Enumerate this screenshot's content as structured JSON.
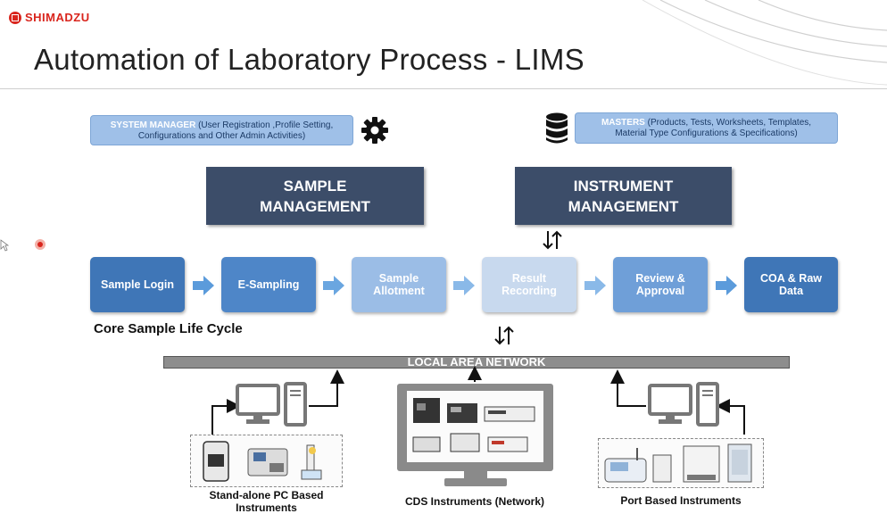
{
  "header": {
    "brand": "SHIMADZU",
    "title": "Automation of Laboratory Process - LIMS"
  },
  "system_manager": {
    "label": "SYSTEM MANAGER",
    "detail_1": " (User Registration ,Profile Setting,",
    "detail_2": "Configurations and Other Admin Activities)"
  },
  "masters": {
    "label": "MASTERS",
    "detail_1": " (Products, Tests, Worksheets, Templates,",
    "detail_2": "Material Type Configurations & Specifications)"
  },
  "modules": {
    "sample_line1": "SAMPLE",
    "sample_line2": "MANAGEMENT",
    "instrument_line1": "INSTRUMENT",
    "instrument_line2": "MANAGEMENT"
  },
  "life_cycle": {
    "caption": "Core Sample Life Cycle",
    "steps": [
      {
        "line1": "Sample Login",
        "line2": "",
        "color": "#3f76b7"
      },
      {
        "line1": "E-Sampling",
        "line2": "",
        "color": "#4e86c8"
      },
      {
        "line1": "Sample",
        "line2": "Allotment",
        "color": "#9bbde6"
      },
      {
        "line1": "Result",
        "line2": "Recording",
        "color": "#c8d9ee"
      },
      {
        "line1": "Review &",
        "line2": "Approval",
        "color": "#6f9fd8"
      },
      {
        "line1": "COA & Raw",
        "line2": "Data",
        "color": "#3f76b7"
      }
    ]
  },
  "network": {
    "label": "LOCAL AREA NETWORK"
  },
  "instrument_groups": {
    "standalone_line1": "Stand-alone PC Based",
    "standalone_line2": "Instruments",
    "cds": "CDS Instruments (Network)",
    "port": "Port Based Instruments"
  },
  "icons": [
    "gear-icon",
    "database-icon",
    "desktop-computer-icon",
    "monitor-icon",
    "cursor-icon",
    "record-dot-icon"
  ],
  "colors": {
    "brand_red": "#d9251d",
    "module_navy": "#3c4d69",
    "pill_blue": "#9fc0e8",
    "step_arrow": "#5b9bdb"
  }
}
